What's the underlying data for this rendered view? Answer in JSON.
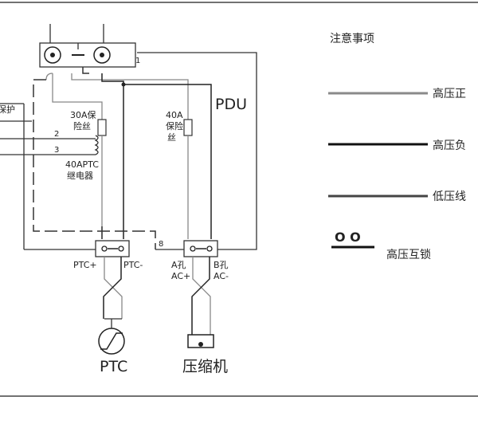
{
  "labels": {
    "pdu": "PDU",
    "fuse30": [
      "30A保",
      "险丝"
    ],
    "fuse40": [
      "40A",
      "保险",
      "丝"
    ],
    "relay": [
      "40APTC",
      "继电器"
    ],
    "wire1": "1",
    "wire2": "2",
    "wire3": "3",
    "wire8": "8",
    "left_cut": "保护",
    "ptc_plus": "PTC+",
    "ptc_minus": "PTC-",
    "a_hole": "A孔",
    "b_hole": "B孔",
    "ac_plus": "AC+",
    "ac_minus": "AC-",
    "ptc": "PTC",
    "compressor": "压缩机"
  },
  "legend": {
    "title": "注意事项",
    "hv_positive": "高压正",
    "hv_negative": "高压负",
    "low_voltage": "低压线",
    "interlock": "高压互锁",
    "interlock_glyph": "O O",
    "colors": {
      "hv_positive": "#8a8a8a",
      "hv_negative": "#111111",
      "low_voltage": "#444444"
    }
  }
}
